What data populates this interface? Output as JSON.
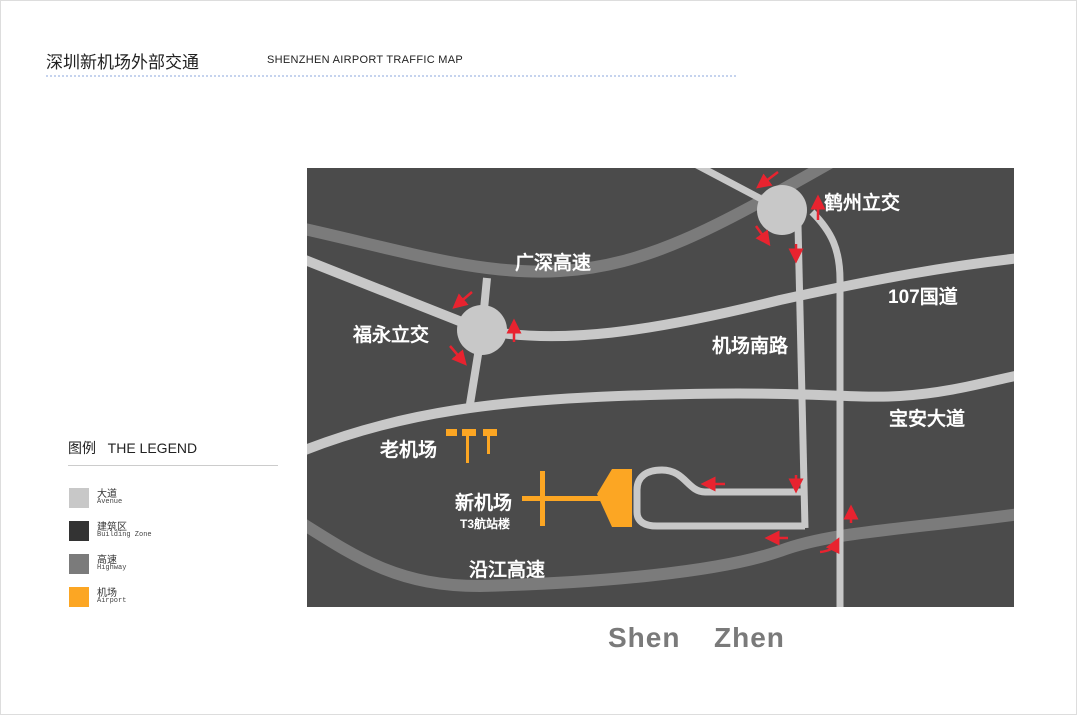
{
  "header": {
    "title_cn": "深圳新机场外部交通",
    "title_en": "SHENZHEN  AIRPORT  TRAFFIC MAP"
  },
  "legend": {
    "title": "图例   THE LEGEND",
    "items": [
      {
        "cn": "大道",
        "en": "Avenue",
        "color": "#c8c8c8"
      },
      {
        "cn": "建筑区",
        "en": "Building Zone",
        "color": "#333333"
      },
      {
        "cn": "高速",
        "en": "Highway",
        "color": "#7b7b7b"
      },
      {
        "cn": "机场",
        "en": "Airport",
        "color": "#fca623"
      }
    ]
  },
  "map": {
    "labels": {
      "hezhou": "鹤州立交",
      "guangshen": "广深高速",
      "road107": "107国道",
      "fuyong": "福永立交",
      "jichangnanlu": "机场南路",
      "baoan": "宝安大道",
      "old_airport": "老机场",
      "new_airport": "新机场",
      "t3": "T3航站楼",
      "yanjiang": "沿江高速"
    },
    "colors": {
      "background": "#4b4b4b",
      "avenue": "#c8c8c8",
      "highway": "#7b7b7b",
      "airport": "#fca623",
      "arrow": "#e8232f"
    }
  },
  "footer": {
    "city": "Shen  Zhen"
  }
}
